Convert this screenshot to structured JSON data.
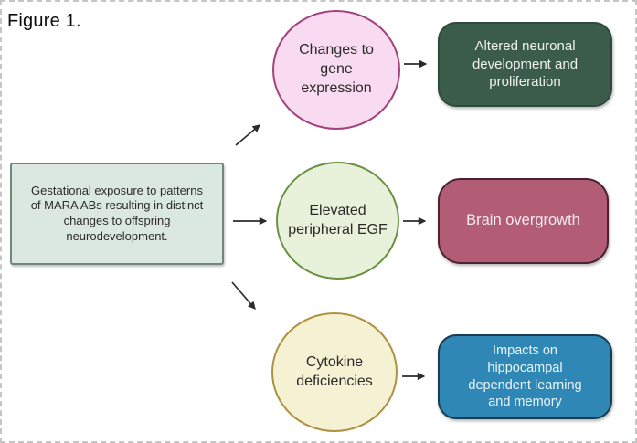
{
  "figure_label": "Figure 1.",
  "colors": {
    "arrow": "#2b2b2b",
    "canvas_border": "#c4c6c6"
  },
  "source_box": {
    "text": "Gestational exposure to patterns of MARA ABs resulting in distinct changes to offspring neurodevelopment.",
    "fill": "#dbe7e1",
    "border": "#70877c"
  },
  "rows": [
    {
      "mechanism": {
        "label": "Changes to gene expression",
        "fill": "#f8dbf0",
        "border": "#a1437f"
      },
      "outcome": {
        "label": "Altered neuronal development and proliferation",
        "fill": "#3c5c4b",
        "border": "#2e4a3b",
        "text_color": "#f0f1ee"
      }
    },
    {
      "mechanism": {
        "label": "Elevated peripheral EGF",
        "fill": "#e8f1da",
        "border": "#6b9140"
      },
      "outcome": {
        "label": "Brain overgrowth",
        "fill": "#b25c76",
        "border": "#4a2233",
        "text_color": "#f6ebef"
      }
    },
    {
      "mechanism": {
        "label": "Cytokine deficiencies",
        "fill": "#f5f2d4",
        "border": "#af9143"
      },
      "outcome": {
        "label": "Impacts on hippocampal dependent learning and memory",
        "fill": "#2e87b5",
        "border": "#173c54",
        "text_color": "#ecf5fa"
      }
    }
  ]
}
